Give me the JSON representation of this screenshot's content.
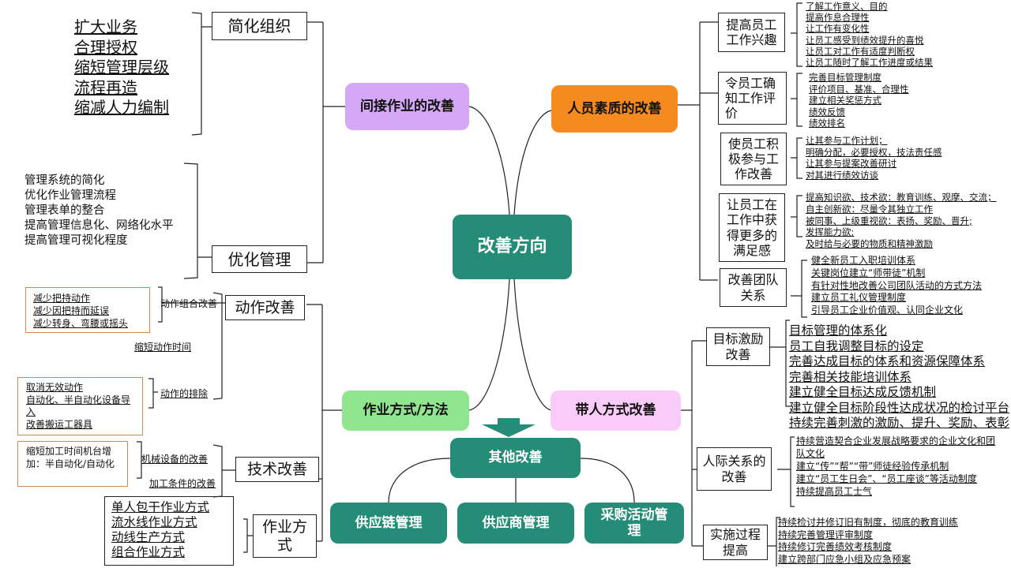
{
  "root": {
    "label": "改善方向"
  },
  "branches": {
    "indirect": {
      "label": "间接作业的改善",
      "color": "#D4A8F6",
      "children": [
        {
          "label": "简化组织",
          "items": [
            "扩大业务",
            "合理授权",
            "缩短管理层级",
            "流程再造",
            "缩减人力编制"
          ]
        },
        {
          "label": "优化管理",
          "items": [
            "管理系统的简化",
            "优化作业管理流程",
            "管理表单的整合",
            "提高管理信息化、网络化水平",
            "提高管理可视化程度"
          ]
        }
      ]
    },
    "personnel": {
      "label": "人员素质的改善",
      "color": "#F58A1F",
      "children": [
        {
          "label": "提高员工工作兴趣",
          "items": [
            "了解工作意义、目的",
            "提高作息合理性",
            "让工作有变化性",
            "让员工感受到绩效提升的喜悦",
            "让员工对工作有适度判断权",
            "让员工随时了解工作进度或结果"
          ]
        },
        {
          "label": "令员工确知工作评价",
          "items": [
            "完善目标管理制度",
            "评价项目、基准、合理性",
            "建立相关奖惩方式",
            "绩效反馈",
            "绩效排名"
          ]
        },
        {
          "label": "使员工积极参与工作改善",
          "items": [
            "让其参与工作计划；",
            "明确分配，必要授权，技法责任感",
            "让其参与提案改善研讨",
            "对其进行绩效访谈"
          ]
        },
        {
          "label": "让员工在工作中获得更多的满足感",
          "items": [
            "提高知识欲、技术欲：教育训练、观摩、交流；",
            "自主创新欲：尽量令其独立工作",
            "被同事、上级重视欲：表扬、奖励、晋升;",
            "发挥能力欲;",
            "及时给与必要的物质和精神激励"
          ]
        },
        {
          "label": "改善团队关系",
          "items": [
            "健全新员工入职培训体系",
            "关键岗位建立“师带徒”机制",
            "有针对性地改善公司团队活动的方式方法",
            "建立员工礼仪管理制度",
            "引导员工企业价值观、认同企业文化"
          ]
        }
      ]
    },
    "method": {
      "label": "作业方式/方法",
      "color": "#90E68E",
      "children": [
        {
          "label": "动作改善",
          "subs": [
            {
              "label": "动作组合改善",
              "items": [
                "减少把持动作",
                "减少因把持而延误",
                "减少转身、弯腰或摇头"
              ]
            },
            {
              "label": "缩短动作时间",
              "items": []
            },
            {
              "label": "动作的排除",
              "items": [
                "取消无效动作",
                "自动化、半自动化设备导入",
                "改善搬运工器具"
              ]
            }
          ]
        },
        {
          "label": "技术改善",
          "subs": [
            {
              "label": "机械设备的改善",
              "items": [
                "缩短加工时间机台增加：半自动化/自动化"
              ]
            },
            {
              "label": "加工条件的改善",
              "items": []
            }
          ]
        },
        {
          "label": "作业方式",
          "items": [
            "单人包干作业方式",
            "流水线作业方式",
            "动线生产方式",
            "组合作业方式"
          ]
        }
      ]
    },
    "leading": {
      "label": "带人方式改善",
      "color": "#F9CBF8",
      "children": [
        {
          "label": "目标激励改善",
          "items": [
            "目标管理的体系化",
            "员工自我调整目标的设定",
            "完善达成目标的体系和资源保障体系",
            "完善相关技能培训体系",
            "建立健全目标达成反馈机制",
            "建立健全目标阶段性达成状况的检讨平台",
            "持续完善刺激的激励、提升、奖励、表彰"
          ]
        },
        {
          "label": "人际关系的改善",
          "items": [
            "持续营造契合企业发展战略要求的企业文化和团队文化",
            "建立“传”“帮”“带”师徒经验传承机制",
            "建立“员工生日会”、“员工座谈”等活动制度",
            "持续提高员工士气"
          ]
        },
        {
          "label": "实施过程提高",
          "items": [
            "持续检讨并修订旧有制度，彻底的教育训练",
            "持续完善管理评审制度",
            "持续修订完善绩效考核制度",
            "建立跨部门应急小组及应急预案"
          ]
        }
      ]
    },
    "other": {
      "label": "其他改善",
      "color": "#248C77",
      "children": [
        {
          "label": "供应链管理"
        },
        {
          "label": "供应商管理"
        },
        {
          "label": "采购活动管理"
        }
      ]
    }
  },
  "icons": {
    "arrow": "arrow-down-icon"
  }
}
